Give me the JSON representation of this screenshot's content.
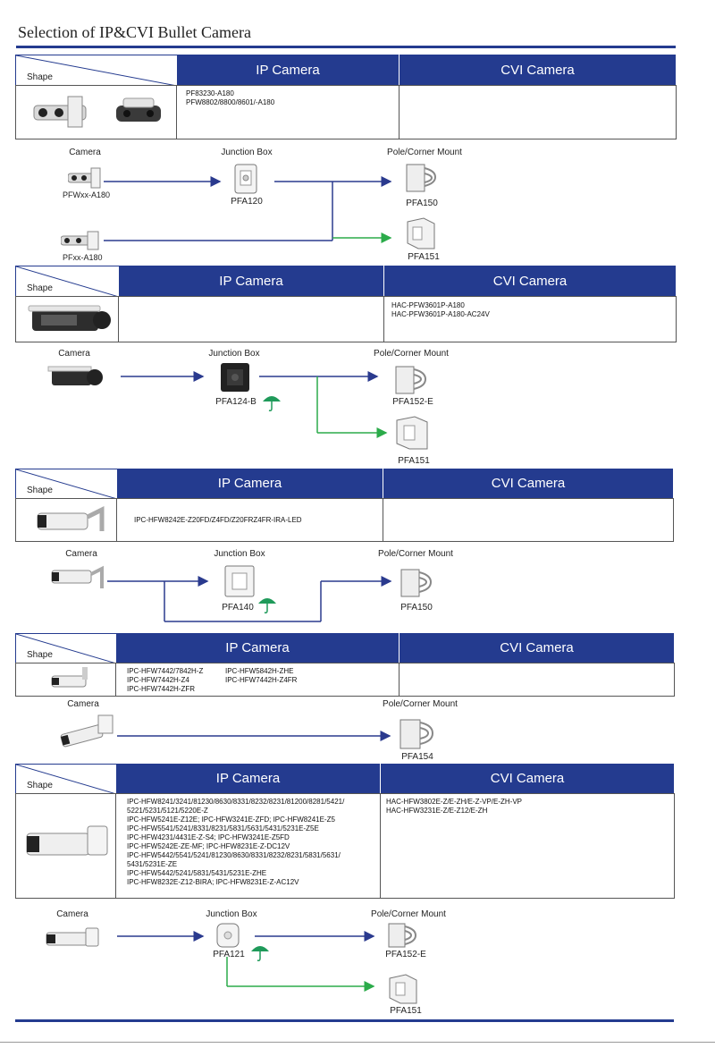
{
  "title": "Selection of IP&CVI Bullet Camera",
  "columns": {
    "shape": "Shape",
    "ip": "IP Camera",
    "cvi": "CVI Camera"
  },
  "diagram_labels": {
    "camera": "Camera",
    "junction_box": "Junction Box",
    "mount": "Pole/Corner Mount"
  },
  "colors": {
    "header": "#243b8f",
    "arrow_blue": "#2a3a8e",
    "arrow_green": "#2bab4a",
    "umbrella": "#1f9a5a"
  },
  "sections": [
    {
      "ip_models": "PF83230-A180\nPFW8802/8800/8601/-A180",
      "cvi_models": "",
      "cameras": [
        "PFWxx-A180",
        "PFxx-A180"
      ],
      "junction_box": "PFA120",
      "mounts": [
        "PFA150",
        "PFA151"
      ]
    },
    {
      "ip_models": "",
      "cvi_models": "HAC-PFW3601P-A180\nHAC-PFW3601P-A180-AC24V",
      "junction_box": "PFA124-B",
      "mounts": [
        "PFA152-E",
        "PFA151"
      ]
    },
    {
      "ip_models": "IPC-HFW8242E-Z20FD/Z4FD/Z20FRZ4FR-IRA-LED",
      "cvi_models": "",
      "junction_box": "PFA140",
      "mounts": [
        "PFA150"
      ]
    },
    {
      "ip_models_col1": "IPC-HFW7442/7842H-Z\nIPC-HFW7442H-Z4\nIPC-HFW7442H-ZFR",
      "ip_models_col2": "IPC-HFW5842H-ZHE\nIPC-HFW7442H-Z4FR",
      "cvi_models": "",
      "mounts": [
        "PFA154"
      ]
    },
    {
      "ip_models": "IPC-HFW8241/3241/81230/8630/8331/8232/8231/81200/8281/5421/\n5221/5231/5121/5220E-Z\nIPC-HFW5241E-Z12E; IPC-HFW3241E-ZFD; IPC-HFW8241E-Z5\nIPC-HFW5541/5241/8331/8231/5831/5631/5431/5231E-Z5E\nIPC-HFW4231/4431E-Z-S4; IPC-HFW3241E-Z5FD\nIPC-HFW5242E-ZE-MF; IPC-HFW8231E-Z-DC12V\nIPC-HFW5442/5541/5241/81230/8630/8331/8232/8231/5831/5631/\n5431/5231E-ZE\nIPC-HFW5442/5241/5831/5431/5231E-ZHE\nIPC-HFW8232E-Z12-BIRA; IPC-HFW8231E-Z-AC12V",
      "cvi_models": "HAC-HFW3802E-Z/E-ZH/E-Z-VP/E-ZH-VP\nHAC-HFW3231E-Z/E-Z12/E-ZH",
      "junction_box": "PFA121",
      "mounts": [
        "PFA152-E",
        "PFA151"
      ]
    }
  ]
}
